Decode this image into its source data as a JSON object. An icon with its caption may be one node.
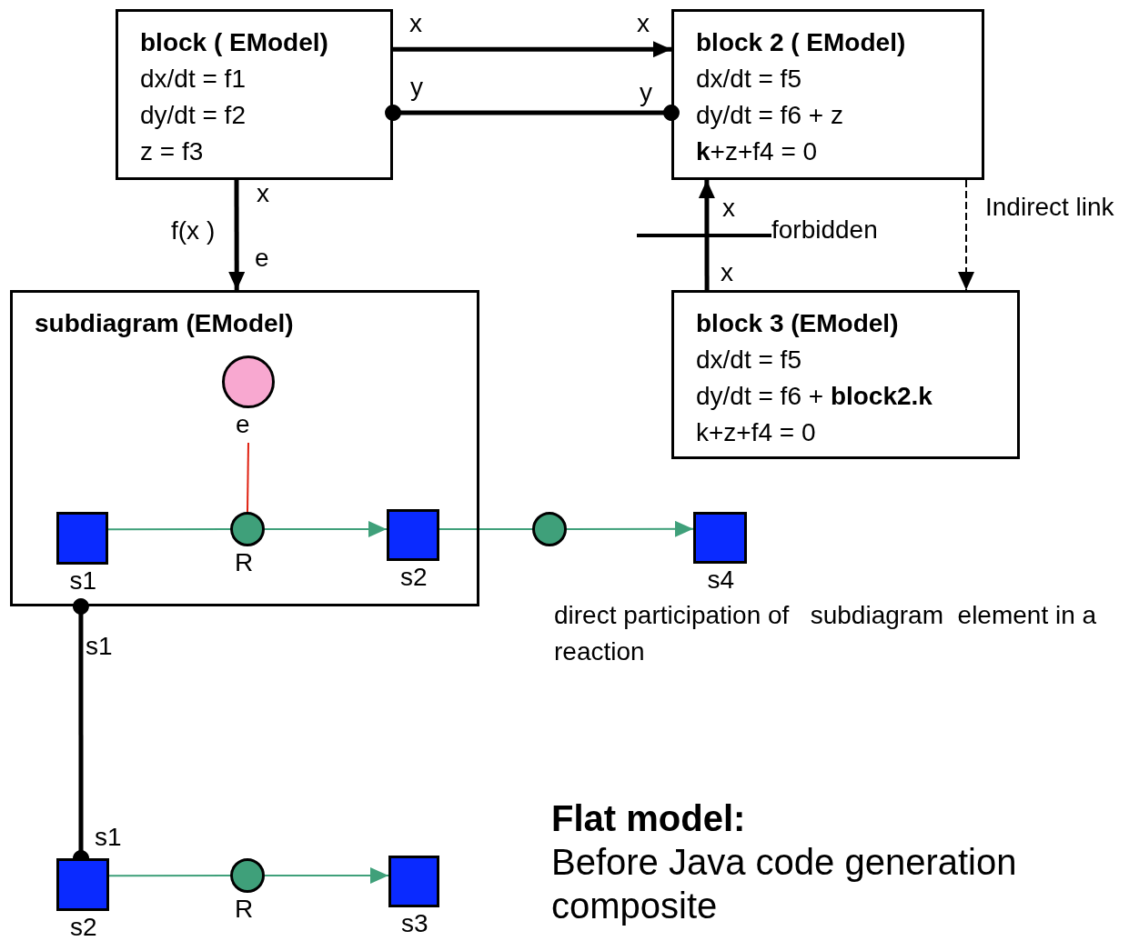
{
  "diagram": {
    "nodes": [
      {
        "text": [
          "block ( EModel)",
          "dx/dt  = f1",
          "dy/dt  = f2",
          "z = f3"
        ]
      },
      {
        "text": [
          "block 2 ( EModel)",
          "dx/dt  = f5",
          "dy/dt  = f6 + z",
          "**k**+z+f4 = 0"
        ]
      },
      {
        "text": [
          "block  3 (EModel)",
          "dx/dt  = f5",
          "dy/dt  = f6 +  **block2.k**",
          "k+z+f4 = 0"
        ]
      },
      {
        "text": [
          "subdiagram  (EModel)"
        ]
      },
      {
        "text": [],
        "shape": "circle",
        "beside": [
          "e"
        ],
        "in": 3
      },
      {
        "text": [],
        "shape": "box",
        "beside": [
          "s1"
        ],
        "in": 3
      },
      {
        "text": [],
        "shape": "circle",
        "beside": [
          "R"
        ],
        "in": 3
      },
      {
        "text": [],
        "shape": "box",
        "beside": [
          "s2"
        ],
        "in": 3
      },
      {
        "text": [],
        "shape": "circle"
      },
      {
        "text": [],
        "shape": "box",
        "beside": [
          "s4"
        ]
      },
      {
        "text": [],
        "shape": "box",
        "beside": [
          "s2"
        ]
      },
      {
        "text": [],
        "shape": "circle",
        "beside": [
          "R"
        ]
      },
      {
        "text": [],
        "shape": "box",
        "beside": [
          "s3"
        ]
      }
    ],
    "edges": [
      {
        "from": 0,
        "to": 1,
        "arrow": "to",
        "style": "thick"
      },
      {
        "from": 0,
        "to": 1,
        "arrow": "other",
        "style": "thick"
      },
      {
        "from": 2,
        "to": 1,
        "arrow": "to",
        "style": "thick"
      },
      {
        "from": 1,
        "to": 2,
        "arrow": "to",
        "style": "dashed",
        "label": "Indirect link"
      },
      {
        "from": 0,
        "to": 3,
        "arrow": "to",
        "style": "thick",
        "label": "f(x )"
      },
      {
        "from": 4,
        "to": 6,
        "arrow": "none",
        "color": "#e02010"
      },
      {
        "from": 5,
        "to": 6,
        "arrow": "none",
        "color": "#3fa07a"
      },
      {
        "from": 6,
        "to": 7,
        "arrow": "to",
        "color": "#3fa07a"
      },
      {
        "from": 7,
        "to": 8,
        "arrow": "none",
        "color": "#3fa07a"
      },
      {
        "from": 8,
        "to": 9,
        "arrow": "to",
        "color": "#3fa07a"
      },
      {
        "from": 3,
        "to": 10,
        "arrow": "other",
        "style": "thick"
      },
      {
        "from": 10,
        "to": 11,
        "arrow": "none",
        "color": "#3fa07a"
      },
      {
        "from": 11,
        "to": 12,
        "arrow": "to",
        "color": "#3fa07a"
      }
    ],
    "labels": [
      "x",
      "x",
      "y",
      "y",
      "x",
      "e",
      "x",
      "forbidden",
      "x",
      "s1",
      "s1",
      "direct participation of   subdiagram  element in a reaction",
      "Flat model:",
      "Before Java code generation composite"
    ]
  }
}
